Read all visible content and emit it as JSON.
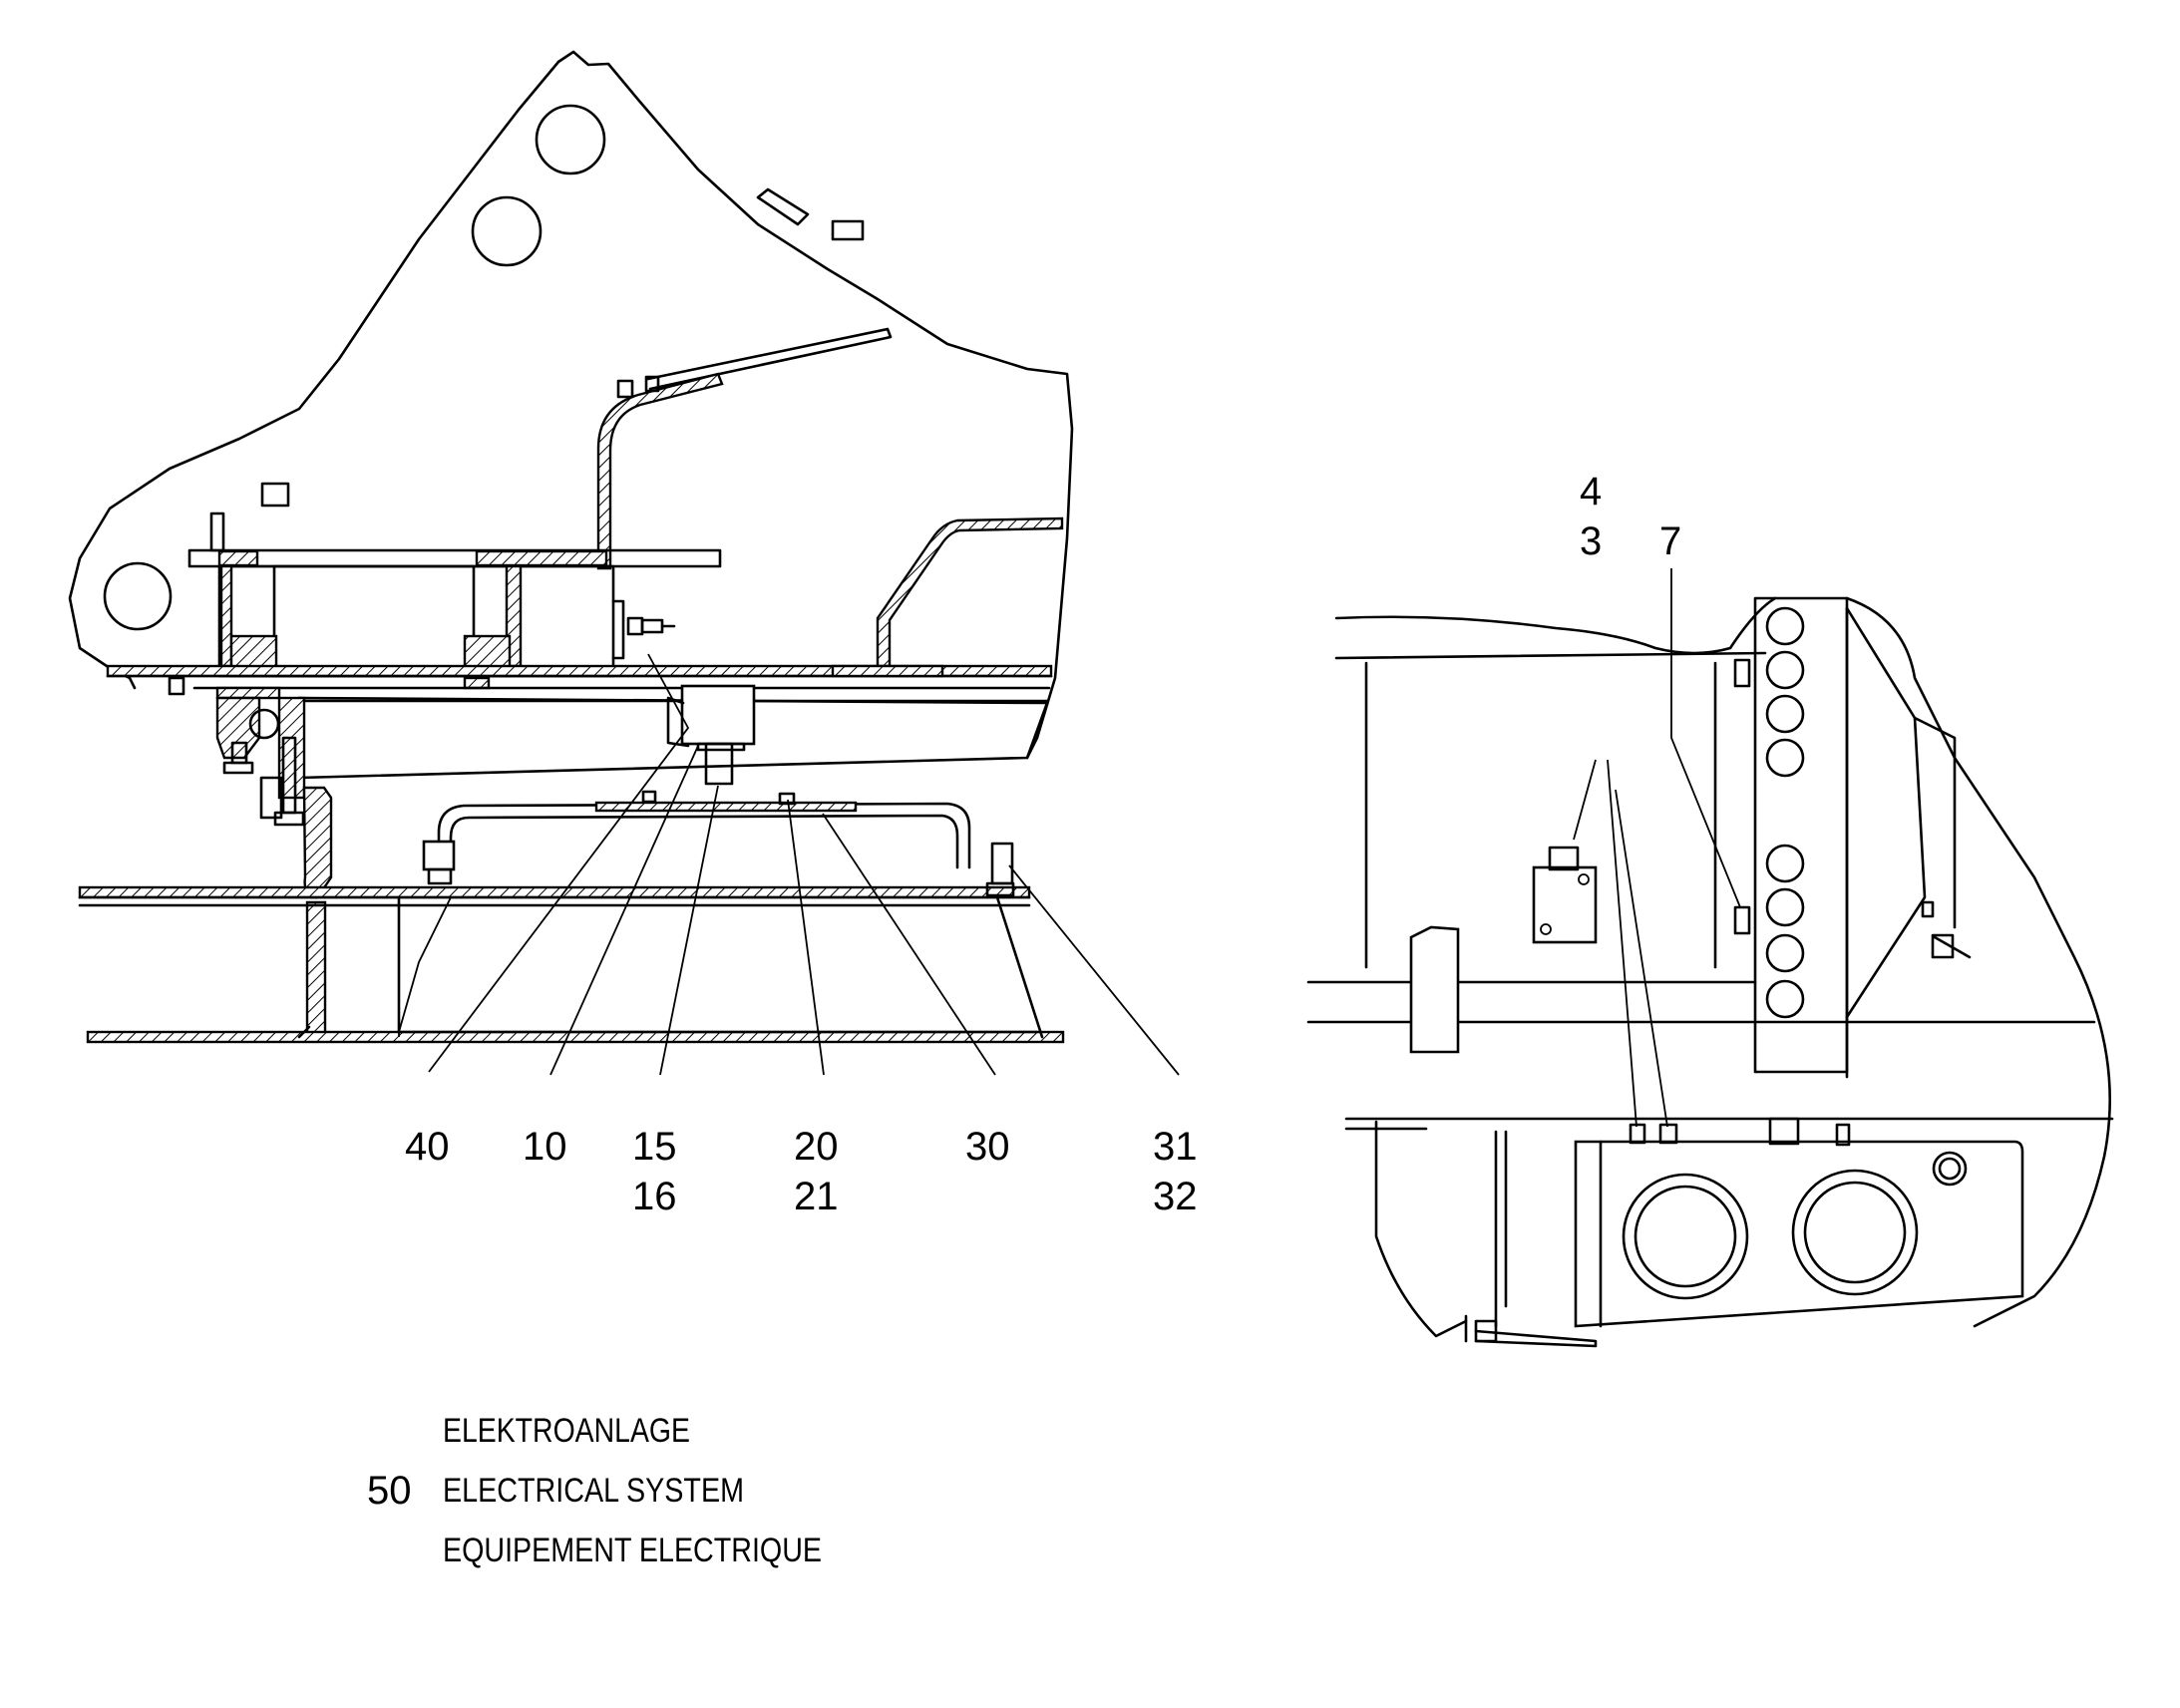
{
  "callouts_left": [
    "40",
    "10",
    "15",
    "16",
    "20",
    "21",
    "30",
    "31",
    "32"
  ],
  "callouts_right": [
    "4",
    "3",
    "7"
  ],
  "caption": {
    "number": "50",
    "line_de": "ELEKTROANLAGE",
    "line_en": "ELECTRICAL SYSTEM",
    "line_fr": "EQUIPEMENT ELECTRIQUE"
  }
}
